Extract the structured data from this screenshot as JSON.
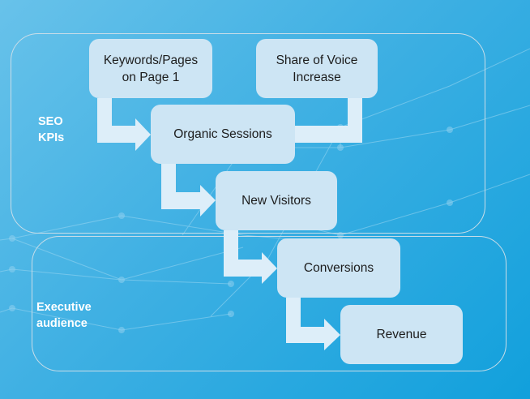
{
  "diagram": {
    "groups": [
      {
        "id": "seo",
        "label": "SEO\nKPIs"
      },
      {
        "id": "exec",
        "label": "Executive\naudience"
      }
    ],
    "nodes": [
      {
        "id": "keywords",
        "label": "Keywords/Pages\non Page 1"
      },
      {
        "id": "sov",
        "label": "Share of Voice\nIncrease"
      },
      {
        "id": "organic",
        "label": "Organic Sessions"
      },
      {
        "id": "visitors",
        "label": "New Visitors"
      },
      {
        "id": "conversions",
        "label": "Conversions"
      },
      {
        "id": "revenue",
        "label": "Revenue"
      }
    ],
    "edges": [
      {
        "from": "keywords",
        "to": "organic"
      },
      {
        "from": "sov",
        "to": "organic"
      },
      {
        "from": "organic",
        "to": "visitors"
      },
      {
        "from": "visitors",
        "to": "conversions"
      },
      {
        "from": "conversions",
        "to": "revenue"
      }
    ],
    "colors": {
      "node_fill": "#cde5f4",
      "arrow_fill": "#ddeef9",
      "group_border": "#c9dde8",
      "label_text": "#ffffff",
      "node_text": "#1c1c1c"
    }
  }
}
